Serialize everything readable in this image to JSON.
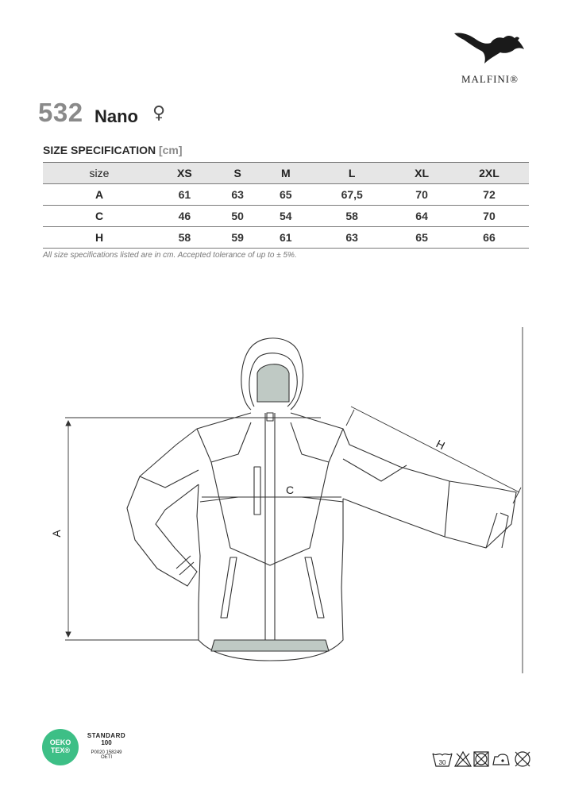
{
  "brand": {
    "name": "MALFINI®"
  },
  "product": {
    "code": "532",
    "name": "Nano",
    "gender_symbol": "♀"
  },
  "size_spec": {
    "heading": "SIZE SPECIFICATION",
    "unit": "[cm]",
    "header_label": "size",
    "sizes": [
      "XS",
      "S",
      "M",
      "L",
      "XL",
      "2XL"
    ],
    "rows": [
      {
        "label": "A",
        "values": [
          "61",
          "63",
          "65",
          "67,5",
          "70",
          "72"
        ]
      },
      {
        "label": "C",
        "values": [
          "46",
          "50",
          "54",
          "58",
          "64",
          "70"
        ]
      },
      {
        "label": "H",
        "values": [
          "58",
          "59",
          "61",
          "63",
          "65",
          "66"
        ]
      }
    ],
    "note": "All size specifications listed are in cm. Accepted tolerance of up to ± 5%."
  },
  "diagram": {
    "label_a": "A",
    "label_c": "C",
    "label_h": "H"
  },
  "certification": {
    "badge_line1": "OEKO",
    "badge_line2": "TEX®",
    "standard": "STANDARD",
    "number": "100",
    "cert_id": "P0020 158249",
    "institute": "OETI"
  },
  "care": {
    "wash_temp": "30",
    "icons": [
      "wash-30-icon",
      "no-bleach-icon",
      "no-tumble-dry-icon",
      "iron-low-icon",
      "no-dry-clean-icon"
    ]
  }
}
